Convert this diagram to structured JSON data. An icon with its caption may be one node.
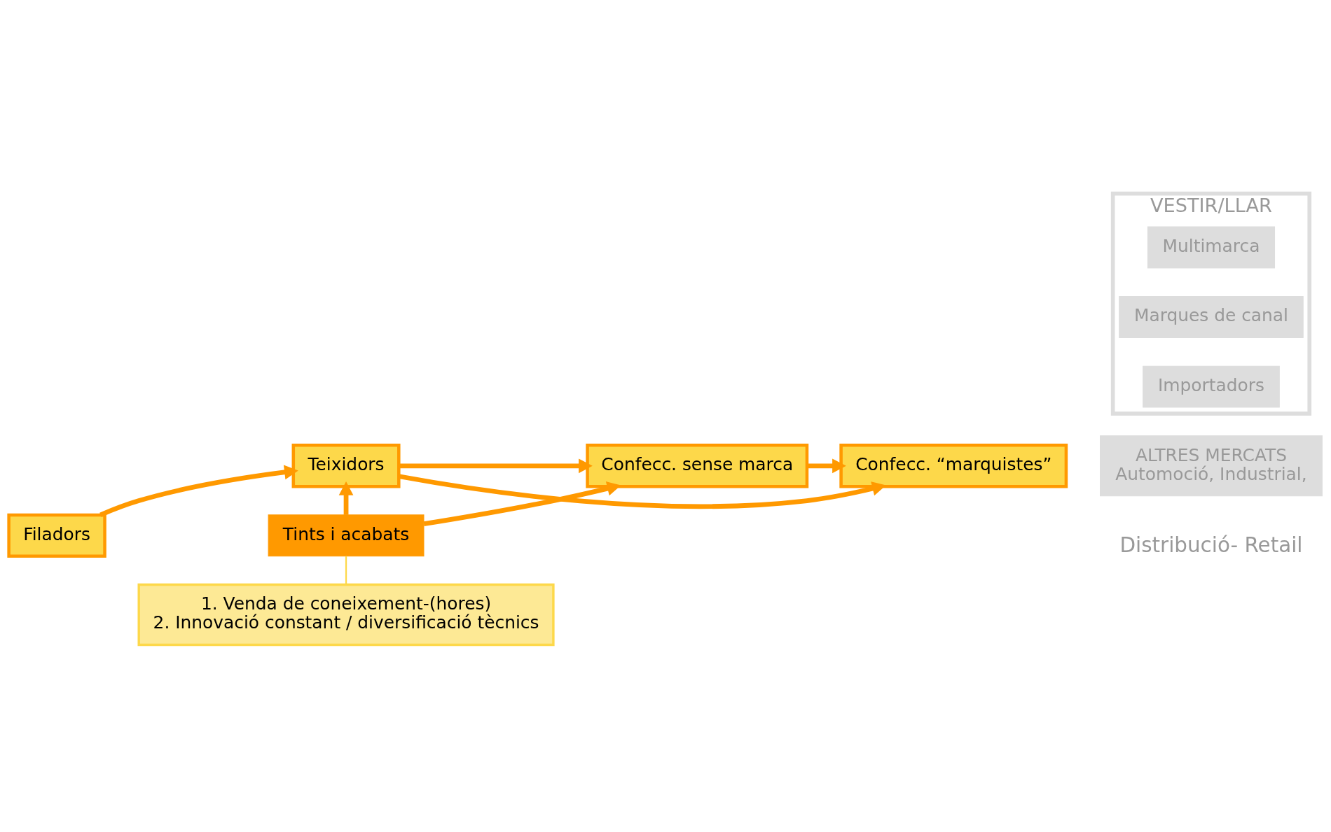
{
  "diagram": {
    "nodes": [
      {
        "text": [
          "VESTIR/LLAR"
        ]
      },
      {
        "text": [
          "Multimarca"
        ],
        "in": 0
      },
      {
        "text": [
          "Marques de canal"
        ],
        "in": 0
      },
      {
        "text": [
          "Importadors"
        ],
        "in": 0
      },
      {
        "text": [
          "ALTRES MERCATS",
          "Automoció, Industrial,"
        ]
      },
      {
        "text": [
          "Filadors"
        ]
      },
      {
        "text": [
          "Teixidors"
        ]
      },
      {
        "text": [
          "Confecc. sense marca"
        ]
      },
      {
        "text": [
          "Confecc. “marquistes”"
        ]
      },
      {
        "text": [
          "Tints i acabats"
        ]
      },
      {
        "text": [
          "1. Venda de coneixement-(hores) 2. Innovació constant / diversificació tècnics"
        ]
      }
    ],
    "edges": [
      {
        "from": 5,
        "to": 6,
        "arrow": "to"
      },
      {
        "from": 6,
        "to": 7,
        "arrow": "to"
      },
      {
        "from": 7,
        "to": 8,
        "arrow": "to"
      },
      {
        "from": 6,
        "to": 8,
        "arrow": "to"
      },
      {
        "from": 9,
        "to": 6,
        "arrow": "to"
      },
      {
        "from": 9,
        "to": 7,
        "arrow": "to"
      },
      {
        "from": 10,
        "to": 9,
        "arrow": "none",
        "color": "#fdd84a"
      }
    ],
    "labels": [
      "Distribució- Retail"
    ]
  }
}
